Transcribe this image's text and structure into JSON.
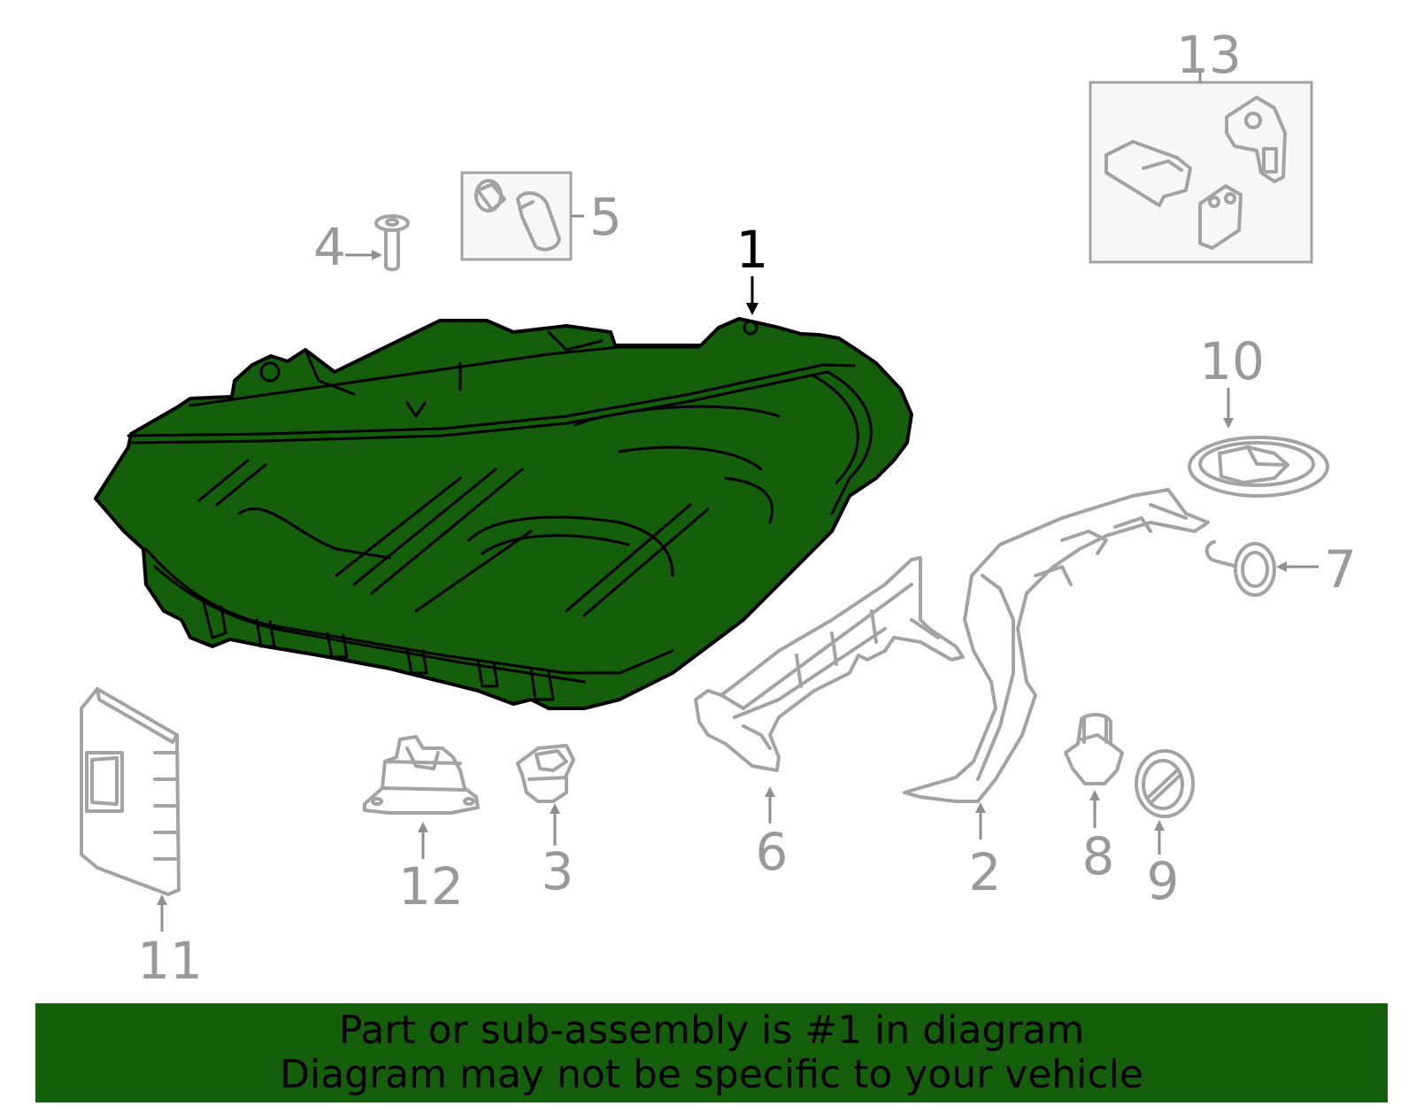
{
  "colors": {
    "highlight": "#145e0c",
    "part_outline": "#a3a3a3",
    "callout_text": "#999999",
    "main_callout": "#000000",
    "banner_background": "#145e0c"
  },
  "callouts": {
    "c1": "1",
    "c2": "2",
    "c3": "3",
    "c4": "4",
    "c5": "5",
    "c6": "6",
    "c7": "7",
    "c8": "8",
    "c9": "9",
    "c10": "10",
    "c11": "11",
    "c12": "12",
    "c13": "13"
  },
  "banner": {
    "line1": "Part or sub-assembly is #1 in diagram",
    "line2": "Diagram may not be specific to your vehicle"
  }
}
